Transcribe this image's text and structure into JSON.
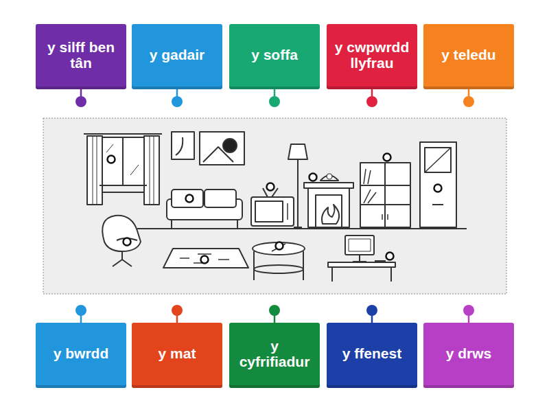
{
  "diagram": {
    "nodes": [
      {
        "text": [
          "y silff ben tân"
        ]
      },
      {
        "text": [
          "y gadair"
        ]
      },
      {
        "text": [
          "y soffa"
        ]
      },
      {
        "text": [
          "y cwpwrdd llyfrau"
        ]
      },
      {
        "text": [
          "y teledu"
        ]
      },
      {
        "text": [
          "y bwrdd"
        ]
      },
      {
        "text": [
          "y mat"
        ]
      },
      {
        "text": [
          "y cyfrifiadur"
        ]
      },
      {
        "text": [
          "y ffenest"
        ]
      },
      {
        "text": [
          "y drws"
        ]
      }
    ]
  }
}
